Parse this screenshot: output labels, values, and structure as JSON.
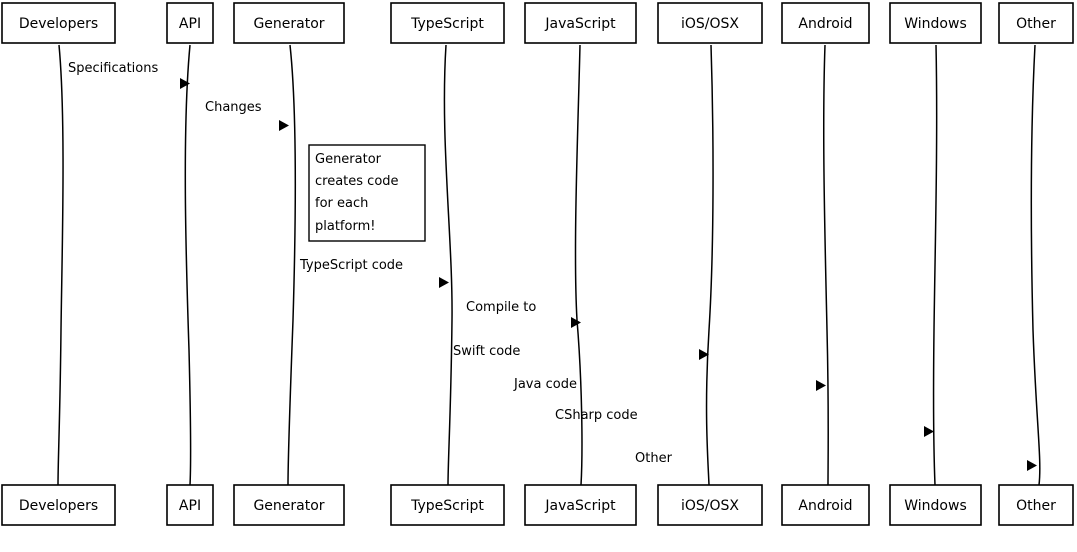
{
  "diagram": {
    "participants": [
      {
        "id": "developers",
        "label": "Developers"
      },
      {
        "id": "api",
        "label": "API"
      },
      {
        "id": "generator",
        "label": "Generator"
      },
      {
        "id": "typescript",
        "label": "TypeScript"
      },
      {
        "id": "javascript",
        "label": "JavaScript"
      },
      {
        "id": "ios",
        "label": "iOS/OSX"
      },
      {
        "id": "android",
        "label": "Android"
      },
      {
        "id": "windows",
        "label": "Windows"
      },
      {
        "id": "other",
        "label": "Other"
      }
    ],
    "messages": [
      {
        "from": "developers",
        "to": "api",
        "label": "Specifications"
      },
      {
        "from": "api",
        "to": "generator",
        "label": "Changes"
      },
      {
        "from": "generator",
        "to": "typescript",
        "label": "TypeScript code"
      },
      {
        "from": "typescript",
        "to": "javascript",
        "label": "Compile to"
      },
      {
        "from": "generator",
        "to": "ios",
        "label": "Swift code"
      },
      {
        "from": "generator",
        "to": "android",
        "label": "Java code"
      },
      {
        "from": "generator",
        "to": "windows",
        "label": "CSharp code"
      },
      {
        "from": "generator",
        "to": "other",
        "label": "Other"
      }
    ],
    "note": {
      "over": "generator",
      "lines": [
        "Generator",
        "creates code",
        "for each",
        "platform!"
      ]
    }
  }
}
